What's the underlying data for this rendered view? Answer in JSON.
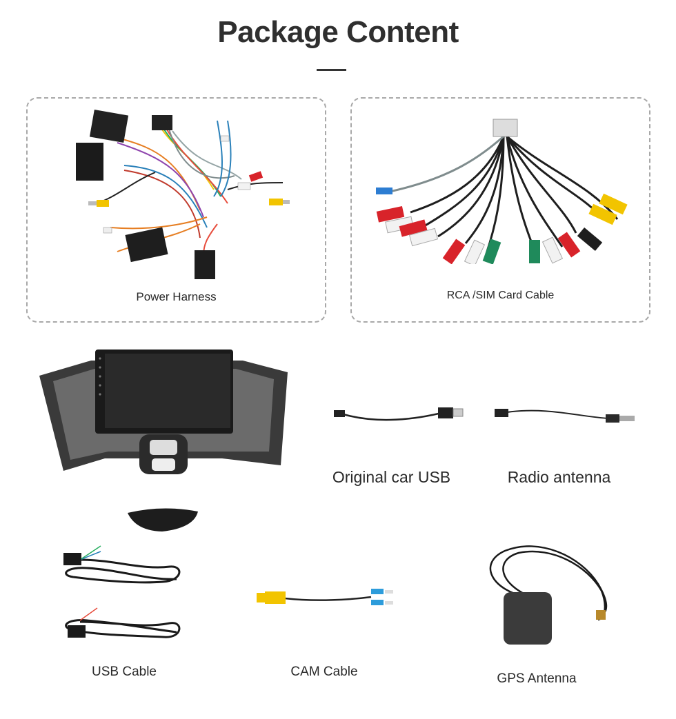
{
  "page": {
    "title": "Package Content"
  },
  "items": [
    {
      "name": "Power Harness"
    },
    {
      "name": "RCA /SIM Card Cable"
    },
    {
      "name": "Original car USB"
    },
    {
      "name": "Radio antenna"
    },
    {
      "name": "USB Cable"
    },
    {
      "name": "CAM Cable"
    },
    {
      "name": "GPS Antenna"
    }
  ],
  "colors": {
    "rca_red": "#d8232a",
    "rca_white": "#f2f2f2",
    "rca_yellow": "#f2c400",
    "rca_green": "#1f8a5b",
    "connector_black": "#222222",
    "dash_border": "#a8a8a8"
  }
}
